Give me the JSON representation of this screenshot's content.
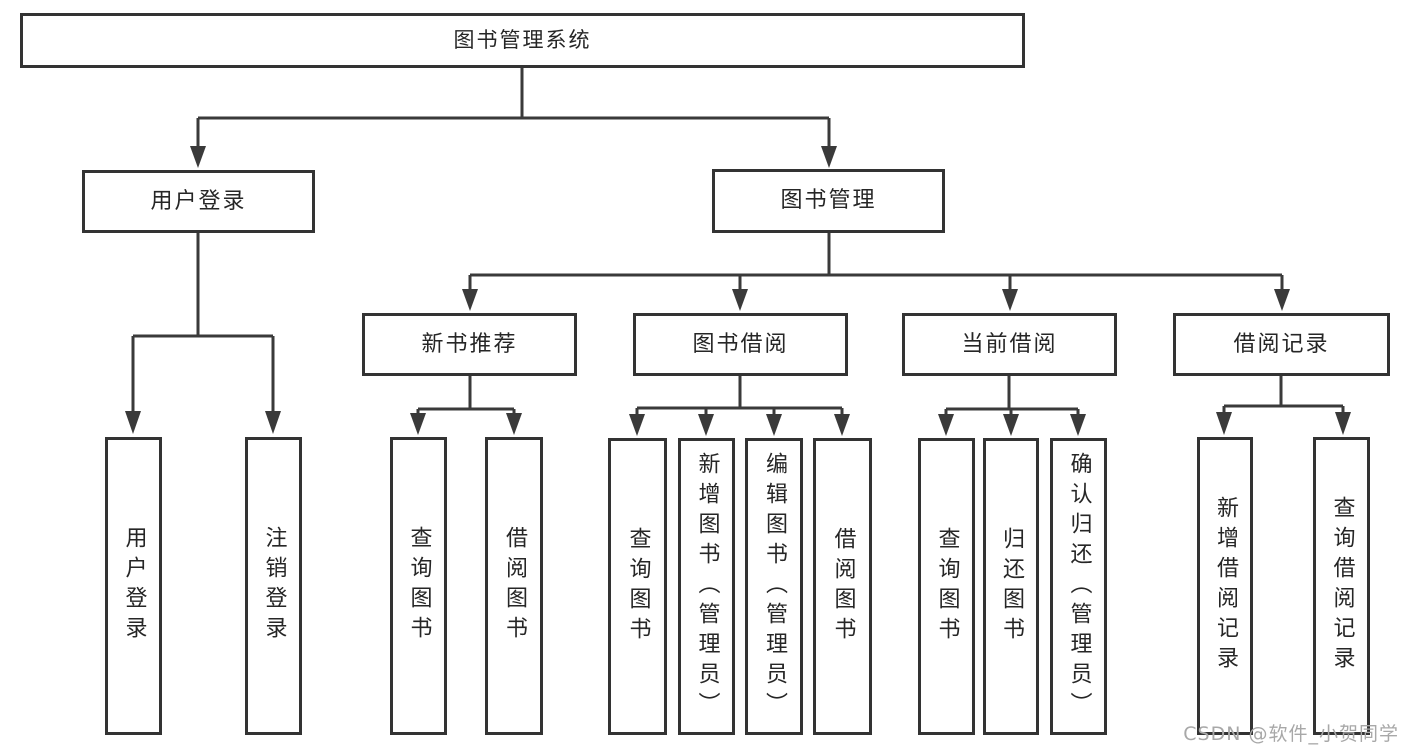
{
  "tree": {
    "root": {
      "label": "图书管理系统",
      "children": [
        {
          "label": "用户登录",
          "children": [
            {
              "label": "用户登录"
            },
            {
              "label": "注销登录"
            }
          ]
        },
        {
          "label": "图书管理",
          "children": [
            {
              "label": "新书推荐",
              "children": [
                {
                  "label": "查询图书"
                },
                {
                  "label": "借阅图书"
                }
              ]
            },
            {
              "label": "图书借阅",
              "children": [
                {
                  "label": "查询图书"
                },
                {
                  "label": "新增图书（管理员）"
                },
                {
                  "label": "编辑图书（管理员）"
                },
                {
                  "label": "借阅图书"
                }
              ]
            },
            {
              "label": "当前借阅",
              "children": [
                {
                  "label": "查询图书"
                },
                {
                  "label": "归还图书"
                },
                {
                  "label": "确认归还（管理员）"
                }
              ]
            },
            {
              "label": "借阅记录",
              "children": [
                {
                  "label": "新增借阅记录"
                },
                {
                  "label": "查询借阅记录"
                }
              ]
            }
          ]
        }
      ]
    }
  },
  "watermark": {
    "text": "CSDN @软件_小贺同学"
  },
  "colors": {
    "line": "#3a3a3a",
    "border": "#333333",
    "text": "#262626",
    "watermark": "#a8a8a8",
    "bg": "#ffffff"
  }
}
